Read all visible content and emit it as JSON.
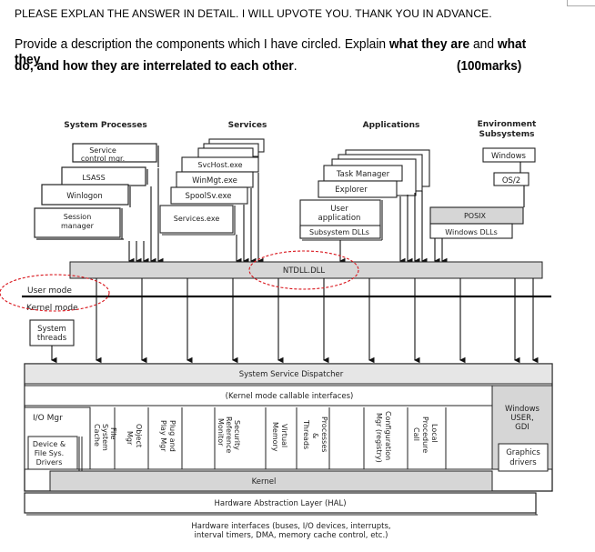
{
  "header": "PLEASE EXPLAN THE ANSWER IN DETAIL.   I WILL UPVOTE YOU. THANK YOU IN ADVANCE.",
  "question": {
    "line1_a": "Provide a description the components which I have circled. Explain ",
    "line1_b": "what they are",
    "line1_c": " and ",
    "line1_d": "what they",
    "line2_a": "do, and how they are interrelated to each other",
    "line2_b": ".",
    "marks": "(100marks)"
  },
  "diagram": {
    "col_system": "System Processes",
    "col_services": "Services",
    "col_applications": "Applications",
    "col_env_1": "Environment",
    "col_env_2": "Subsystems",
    "sys": {
      "service_ctrl_1": "Service",
      "service_ctrl_2": "control mgr.",
      "lsass": "LSASS",
      "winlogon": "Winlogon",
      "session_1": "Session",
      "session_2": "manager"
    },
    "svc": {
      "svchost": "SvcHost.exe",
      "winmgt": "WinMgt.exe",
      "spoolsv": "SpoolSv.exe",
      "services": "Services.exe"
    },
    "apps": {
      "task_manager": "Task Manager",
      "explorer": "Explorer",
      "user_app_1": "User",
      "user_app_2": "application",
      "subsystem_dlls": "Subsystem DLLs"
    },
    "env": {
      "windows": "Windows",
      "os2": "OS/2",
      "posix": "POSIX",
      "windows_dlls": "Windows DLLs"
    },
    "ntdll": "NTDLL.DLL",
    "user_mode": "User mode",
    "kernel_mode": "Kernel mode",
    "system_threads_1": "System",
    "system_threads_2": "threads",
    "dispatcher": "System Service Dispatcher",
    "kernel_callable": "(Kernel mode callable interfaces)",
    "io_mgr": "I/O Mgr",
    "device_1": "Device &",
    "device_2": "File Sys.",
    "device_3": "Drivers",
    "file_cache_1": "File",
    "file_cache_2": "System",
    "file_cache_3": "Cache",
    "object_1": "Object",
    "object_2": "Mgr",
    "pnp_1": "Plug and",
    "pnp_2": "Play Mgr",
    "security_1": "Security",
    "security_2": "Reference",
    "security_3": "Monitor",
    "virtual_1": "Virtual",
    "virtual_2": "Memory",
    "processes_1": "Processes",
    "processes_2": "&",
    "processes_3": "Threads",
    "config_1": "Configuration",
    "config_2": "Mgr (registry)",
    "lpc_1": "Local",
    "lpc_2": "Procedure",
    "lpc_3": "Call",
    "wingdi_1": "Windows",
    "wingdi_2": "USER,",
    "wingdi_3": "GDI",
    "graphics_1": "Graphics",
    "graphics_2": "drivers",
    "kernel": "Kernel",
    "hal": "Hardware Abstraction Layer (HAL)",
    "hw_1": "Hardware interfaces (buses, I/O devices, interrupts,",
    "hw_2": "interval timers, DMA, memory cache control, etc.)"
  },
  "colors": {
    "box_fill": "#ffffff",
    "layer_fill": "#d6d6d6",
    "circle": "#d9141b"
  }
}
